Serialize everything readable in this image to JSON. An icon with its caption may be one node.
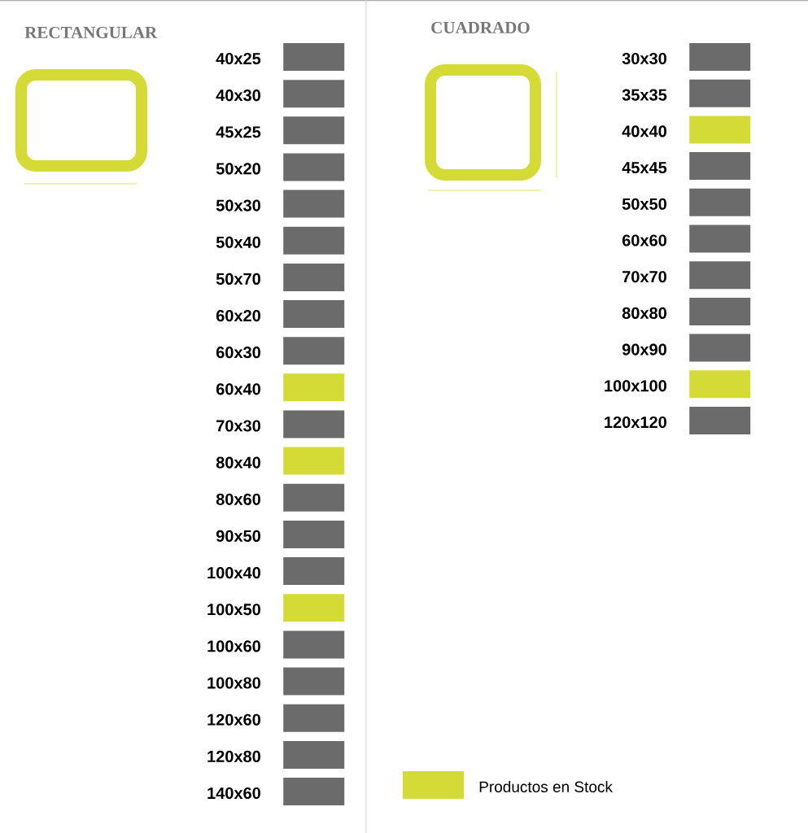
{
  "diagram": {
    "nodes": [
      {
        "text": [
          "40x25"
        ]
      },
      {
        "text": [
          "40x30"
        ]
      },
      {
        "text": [
          "45x25"
        ]
      },
      {
        "text": [
          "50x20"
        ]
      },
      {
        "text": [
          "50x30"
        ]
      },
      {
        "text": [
          "50x40"
        ]
      },
      {
        "text": [
          "50x70"
        ]
      },
      {
        "text": [
          "60x20"
        ]
      },
      {
        "text": [
          "60x30"
        ]
      },
      {
        "text": [
          "60x40"
        ]
      },
      {
        "text": [
          "70x30"
        ]
      },
      {
        "text": [
          "80x40"
        ]
      },
      {
        "text": [
          "80x60"
        ]
      },
      {
        "text": [
          "90x50"
        ]
      },
      {
        "text": [
          "100x40"
        ]
      },
      {
        "text": [
          "100x50"
        ]
      },
      {
        "text": [
          "100x60"
        ]
      },
      {
        "text": [
          "100x80"
        ]
      },
      {
        "text": [
          "120x60"
        ]
      },
      {
        "text": [
          "120x80"
        ]
      },
      {
        "text": [
          "140x60"
        ]
      },
      {
        "text": [
          "30x30"
        ]
      },
      {
        "text": [
          "35x35"
        ]
      },
      {
        "text": [
          "40x40"
        ]
      },
      {
        "text": [
          "45x45"
        ]
      },
      {
        "text": [
          "50x50"
        ]
      },
      {
        "text": [
          "60x60"
        ]
      },
      {
        "text": [
          "70x70"
        ]
      },
      {
        "text": [
          "80x80"
        ]
      },
      {
        "text": [
          "90x90"
        ]
      },
      {
        "text": [
          "100x100"
        ]
      },
      {
        "text": [
          "120x120"
        ]
      }
    ],
    "labels": [
      "RECTANGULAR",
      "CUADRADO"
    ],
    "legend": [
      {
        "text": "Productos en Stock",
        "color": "#d5db36"
      }
    ]
  }
}
